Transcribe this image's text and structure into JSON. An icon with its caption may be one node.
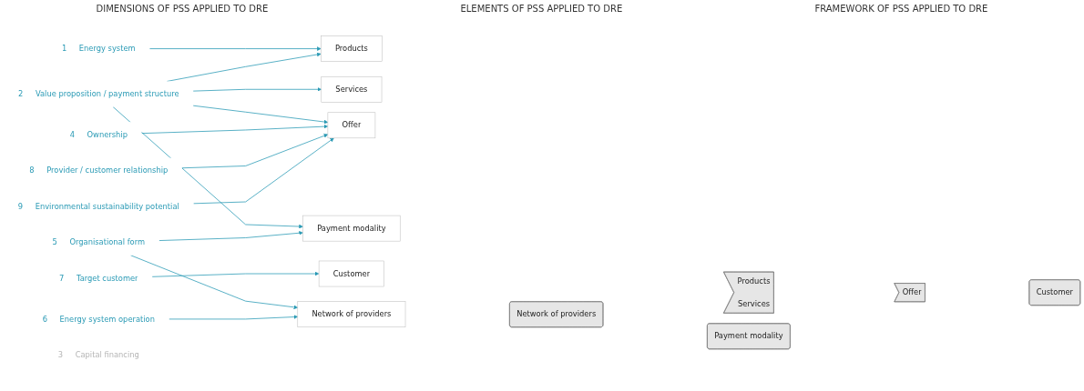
{
  "diagram": {
    "nodes": [
      {
        "text": [
          "1",
          "Energy system"
        ]
      },
      {
        "text": [
          "2",
          "Value proposition / payment structure"
        ]
      },
      {
        "text": [
          "3",
          "Capital financing"
        ]
      },
      {
        "text": [
          "4",
          "Ownership"
        ]
      },
      {
        "text": [
          "5",
          "Organisational form"
        ]
      },
      {
        "text": [
          "6",
          "Energy system operation"
        ]
      },
      {
        "text": [
          "7",
          "Target customer"
        ]
      },
      {
        "text": [
          "8",
          "Provider / customer relationship"
        ]
      },
      {
        "text": [
          "9",
          "Environmental sustainability potential"
        ]
      },
      {
        "text": [
          "Products"
        ]
      },
      {
        "text": [
          "Services"
        ]
      },
      {
        "text": [
          "Offer"
        ]
      },
      {
        "text": [
          "Payment modality"
        ]
      },
      {
        "text": [
          "Customer"
        ]
      },
      {
        "text": [
          "Network of providers"
        ]
      },
      {
        "text": [
          "Network of providers"
        ]
      },
      {
        "text": [
          "Products",
          "Services"
        ]
      },
      {
        "text": [
          "Offer"
        ]
      },
      {
        "text": [
          "Payment modality"
        ]
      },
      {
        "text": [
          "Customer"
        ]
      }
    ],
    "edges": [
      {
        "from": 0,
        "to": 9,
        "arrow": "to"
      },
      {
        "from": 1,
        "to": 9,
        "arrow": "to"
      },
      {
        "from": 1,
        "to": 10,
        "arrow": "to"
      },
      {
        "from": 1,
        "to": 11,
        "arrow": "to"
      },
      {
        "from": 1,
        "to": 12,
        "arrow": "to"
      },
      {
        "from": 3,
        "to": 11,
        "arrow": "to"
      },
      {
        "from": 4,
        "to": 12,
        "arrow": "to"
      },
      {
        "from": 4,
        "to": 14,
        "arrow": "to"
      },
      {
        "from": 5,
        "to": 14,
        "arrow": "to"
      },
      {
        "from": 6,
        "to": 13,
        "arrow": "to"
      },
      {
        "from": 7,
        "to": 11,
        "arrow": "to"
      },
      {
        "from": 8,
        "to": 11,
        "arrow": "to"
      }
    ],
    "labels": [
      "DIMENSIONS OF PSS APPLIED TO DRE",
      "ELEMENTS OF PSS APPLIED TO DRE",
      "FRAMEWORK OF PSS APPLIED TO DRE"
    ]
  }
}
